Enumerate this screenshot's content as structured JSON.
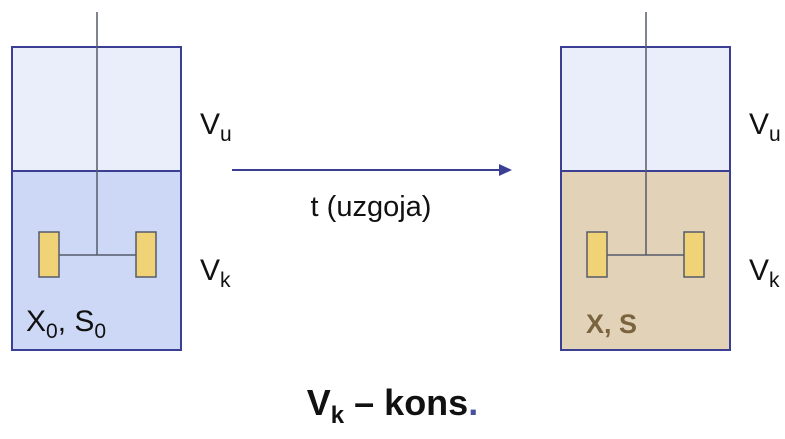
{
  "labels": {
    "upper_volume": "V",
    "upper_volume_sub": "u",
    "culture_volume": "V",
    "culture_volume_sub": "k",
    "arrow_label": "t (uzgoja)"
  },
  "left_reactor": {
    "x": "X",
    "x_sub": "0",
    "s": "S",
    "s_sub": "0",
    "separator": ", "
  },
  "right_reactor": {
    "contents": "X, S"
  },
  "caption": {
    "main": "V",
    "sub": "k",
    "rest": " – kons",
    "dot": "."
  },
  "colors": {
    "outline": "#3b3f93",
    "headspace": "#eaedfa",
    "medium_start": "#cdd8f6",
    "medium_end": "#e2d2b8",
    "impeller": "#f0d277",
    "shaft": "#555b6a",
    "arrow": "#3b3f93",
    "caption_dot": "#4a4f9e",
    "contents_text": "#7a6440"
  }
}
